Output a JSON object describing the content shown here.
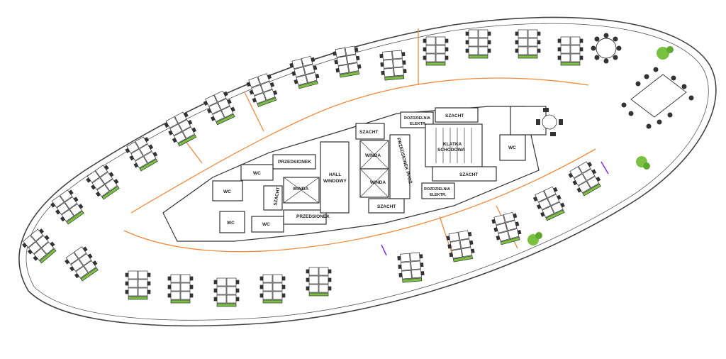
{
  "labels": {
    "przedsionek_top": "PRZEDSIONEK",
    "wc_a": "WC",
    "wc_b": "WC",
    "wc_c": "WC",
    "wc_d": "WC",
    "wc_e": "WC",
    "szacht_left": "SZACHT",
    "winda_left": "WINDA",
    "hall_line1": "HALL",
    "hall_line2": "WINDOWY",
    "przedsionek_bottom": "PRZEDSIONEK",
    "szacht_center_top": "SZACHT",
    "winda_center_1": "WINDA",
    "winda_center_2": "WINDA",
    "szacht_center_bottom": "SZACHT",
    "przedsionek_ppoz": "PRZEDSIONEK PPOŻ",
    "rozdzielnia_top_line1": "ROZDZIELNIA",
    "rozdzielnia_top_line2": "ELEKTR.",
    "szacht_right_top": "SZACHT",
    "klatka_line1": "KLATKA",
    "klatka_line2": "SCHODOWA",
    "szacht_right_bottom": "SZACHT",
    "rozdzielnia_bottom_line1": "ROZDZIELNIA",
    "rozdzielnia_bottom_line2": "ELEKTR."
  },
  "colors": {
    "wall": "#444444",
    "partition": "#f08a3c",
    "plant": "#7ac142",
    "chair": "#333333",
    "accent_purple": "#8a2be2"
  },
  "icons": [
    "desk-cluster-icon",
    "plant-icon",
    "round-table-icon",
    "conference-table-icon",
    "elevator-icon",
    "stair-icon"
  ]
}
